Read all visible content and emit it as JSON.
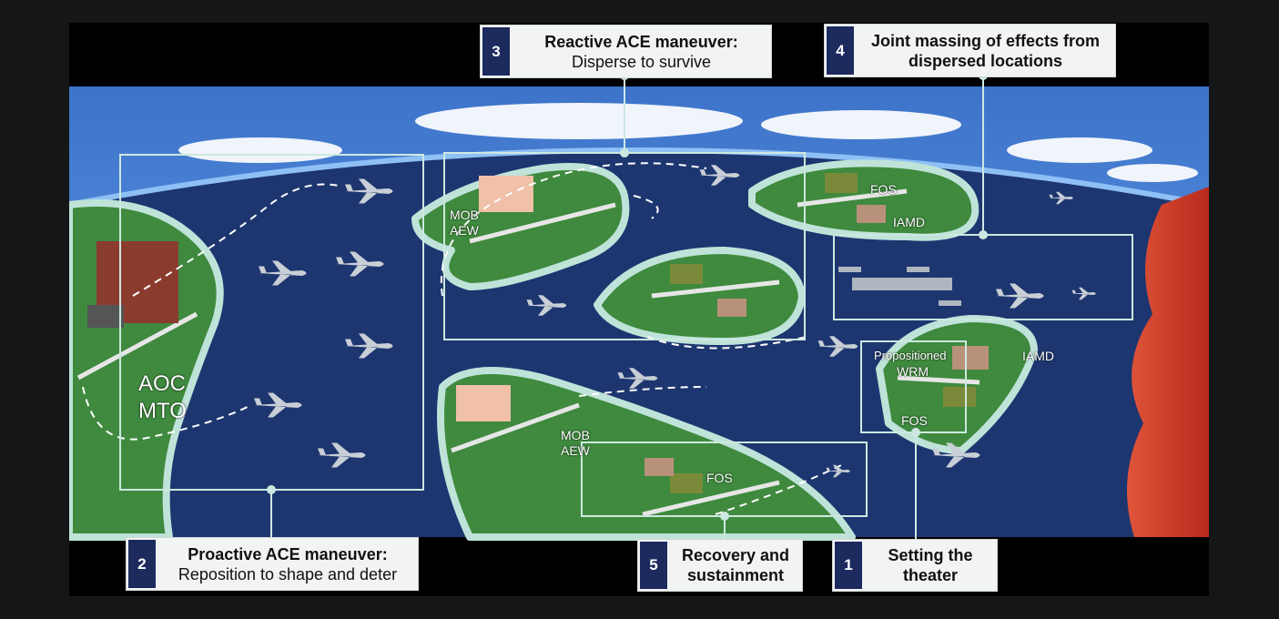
{
  "callouts": [
    {
      "num": "1",
      "title": "Setting the",
      "subtitle": "theater"
    },
    {
      "num": "2",
      "title": "Proactive ACE maneuver:",
      "subtitle": "Reposition to shape and deter"
    },
    {
      "num": "3",
      "title": "Reactive ACE maneuver:",
      "subtitle": "Disperse to survive"
    },
    {
      "num": "4",
      "title": "Joint massing of effects from",
      "subtitle": "dispersed locations"
    },
    {
      "num": "5",
      "title": "Recovery and",
      "subtitle": "sustainment"
    }
  ],
  "map_labels": {
    "aoc": "AOC",
    "mto": "MTO",
    "mob1": "MOB",
    "aew1": "AEW",
    "mob2": "MOB",
    "aew2": "AEW",
    "fos_north": "FOS",
    "iamd_north": "IAMD",
    "prepositioned": "Propositioned",
    "wrm": "WRM",
    "fos_east": "FOS",
    "iamd_east": "IAMD",
    "fos_south": "FOS"
  },
  "colors": {
    "ocean": "#1d3670",
    "land": "#3f8a3e",
    "sky": "#4b86d8",
    "adversary": "#d9432a",
    "callout_num": "#1c2a5e"
  }
}
